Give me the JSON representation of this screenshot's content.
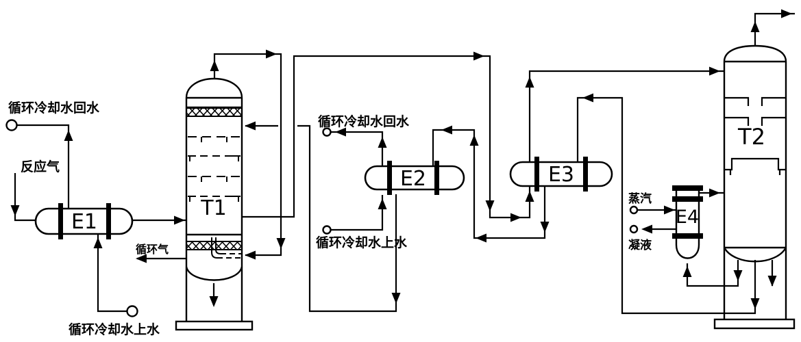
{
  "diagram": {
    "background": "#ffffff",
    "line_color": "#000000",
    "equipment": {
      "e1": "E1",
      "e2": "E2",
      "e3": "E3",
      "e4": "E4",
      "t1": "T1",
      "t2": "T2"
    },
    "streams": {
      "reaction_gas": "反应气",
      "recycle_gas": "循环气",
      "e1_cooling_water_return": "循环冷却水回水",
      "e1_cooling_water_supply": "循环冷却水上水",
      "e2_cooling_water_return": "循环冷却水回水",
      "e2_cooling_water_supply": "循环冷却水上水",
      "steam": "蒸汽",
      "condensate": "凝液"
    }
  }
}
